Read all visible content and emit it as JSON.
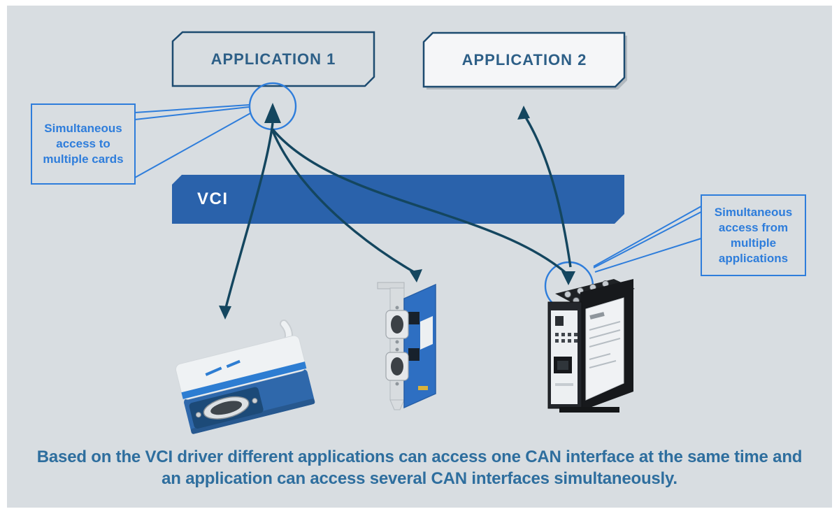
{
  "colors": {
    "panel_background": "#d8dde1",
    "accent_blue": "#2e7ddb",
    "vci_bar_blue": "#2a62ab",
    "box_border_navy": "#1d4b70",
    "arrow_navy": "#14465f",
    "caption_blue": "#2e6e9e",
    "label_blue": "#2d5f87"
  },
  "applications": [
    {
      "label": "APPLICATION 1"
    },
    {
      "label": "APPLICATION 2"
    }
  ],
  "vci_bar": {
    "label": "VCI"
  },
  "callouts": {
    "left": {
      "lines": [
        "Simultaneous",
        "access to",
        "multiple cards"
      ]
    },
    "right": {
      "lines": [
        "Simultaneous",
        "access from",
        "multiple",
        "applications"
      ]
    }
  },
  "devices": {
    "usb": {
      "icon": "usb-to-can-adapter-icon"
    },
    "pci": {
      "icon": "pci-can-interface-card-icon"
    },
    "din": {
      "icon": "din-rail-can-module-icon"
    }
  },
  "caption": {
    "line1": "Based on the VCI driver different applications can access one CAN interface at the same time and",
    "line2": "an application can access several CAN interfaces simultaneously."
  }
}
